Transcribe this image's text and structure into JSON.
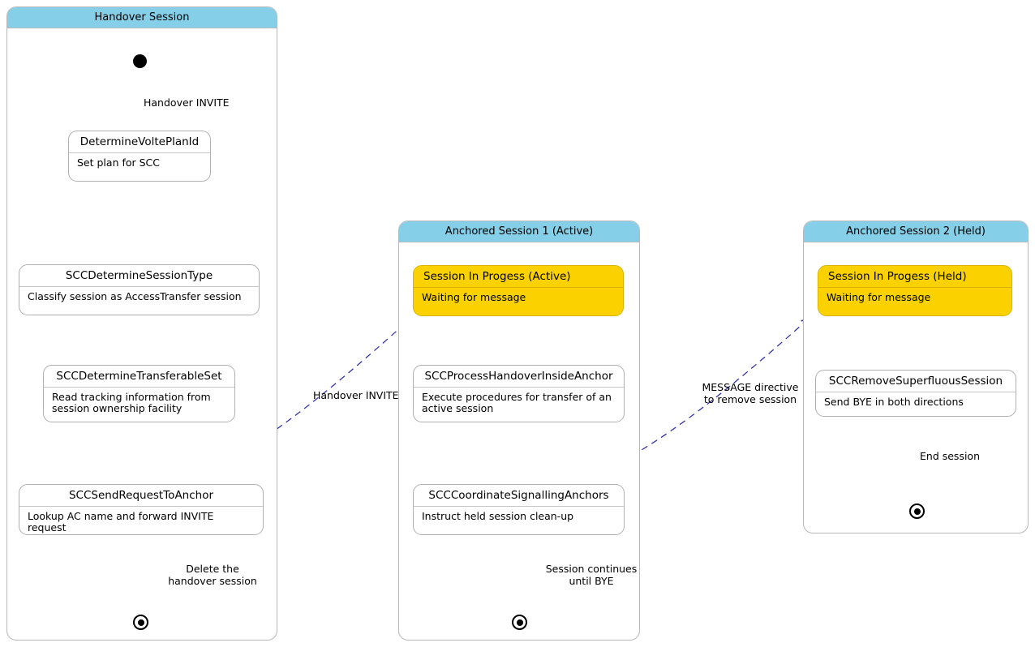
{
  "diagram": {
    "type": "uml-state-diagram",
    "background": "#ffffff",
    "colors": {
      "panel_header": "#85D0E8",
      "panel_border": "#b8b8b8",
      "state_border": "#b0b0b0",
      "accent_state_fill": "#FBD200",
      "transition": "#000000",
      "async_transition": "#3333AA"
    }
  },
  "panels": [
    {
      "id": "handover-session",
      "title": "Handover Session",
      "states": [
        {
          "id": "determine-volte-plan-id",
          "title": "DetermineVoltePlanId",
          "body": "Set plan for SCC"
        },
        {
          "id": "scc-determine-session-type",
          "title": "SCCDetermineSessionType",
          "body": "Classify session as AccessTransfer session"
        },
        {
          "id": "scc-determine-transferable-set",
          "title": "SCCDetermineTransferableSet",
          "body": "Read tracking information from\nsession ownership facility"
        },
        {
          "id": "scc-send-request-to-anchor",
          "title": "SCCSendRequestToAnchor",
          "body": "Lookup AC name and forward INVITE request"
        }
      ],
      "labels": {
        "start_transition": "Handover INVITE",
        "end_transition": "Delete the\nhandover session"
      }
    },
    {
      "id": "anchored-session-1",
      "title": "Anchored Session 1 (Active)",
      "states": [
        {
          "id": "session-in-progess-active",
          "title": "Session In Progess (Active)",
          "body": "Waiting for message",
          "accent": true
        },
        {
          "id": "scc-process-handover-inside-anchor",
          "title": "SCCProcessHandoverInsideAnchor",
          "body": "Execute procedures for transfer of an\nactive session"
        },
        {
          "id": "scc-coordinate-signalling-anchors",
          "title": "SCCCoordinateSignallingAnchors",
          "body": "Instruct held session clean-up"
        }
      ],
      "labels": {
        "end_transition": "Session continues\nuntil BYE"
      }
    },
    {
      "id": "anchored-session-2",
      "title": "Anchored Session 2 (Held)",
      "states": [
        {
          "id": "session-in-progess-held",
          "title": "Session In Progess (Held)",
          "body": "Waiting for message",
          "accent": true
        },
        {
          "id": "scc-remove-superfluous-session",
          "title": "SCCRemoveSuperfluousSession",
          "body": "Send BYE in both directions"
        }
      ],
      "labels": {
        "end_transition": "End session"
      }
    }
  ],
  "cross_transitions": [
    {
      "id": "handover-invite-to-anchor-1",
      "label": "Handover INVITE",
      "from": "scc-send-request-to-anchor",
      "to": "session-in-progess-active",
      "style": "dashed"
    },
    {
      "id": "message-directive-to-anchor-2",
      "label": "MESSAGE directive\nto remove session",
      "from": "scc-coordinate-signalling-anchors",
      "to": "session-in-progess-held",
      "style": "dashed"
    }
  ]
}
